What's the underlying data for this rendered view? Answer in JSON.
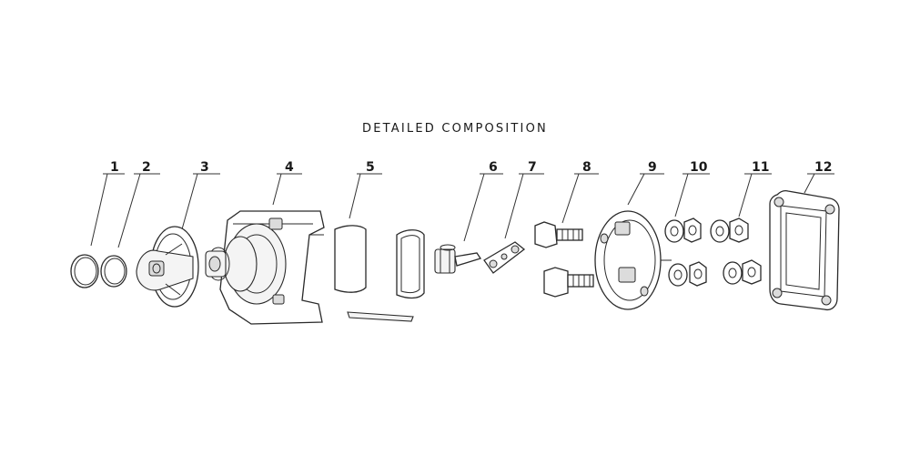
{
  "title": "DETAILED COMPOSITION",
  "parts": [
    {
      "label": "1"
    },
    {
      "label": "2"
    },
    {
      "label": "3"
    },
    {
      "label": "4"
    },
    {
      "label": "5"
    },
    {
      "label": "6"
    },
    {
      "label": "7"
    },
    {
      "label": "8"
    },
    {
      "label": "9"
    },
    {
      "label": "10"
    },
    {
      "label": "11"
    },
    {
      "label": "12"
    }
  ]
}
